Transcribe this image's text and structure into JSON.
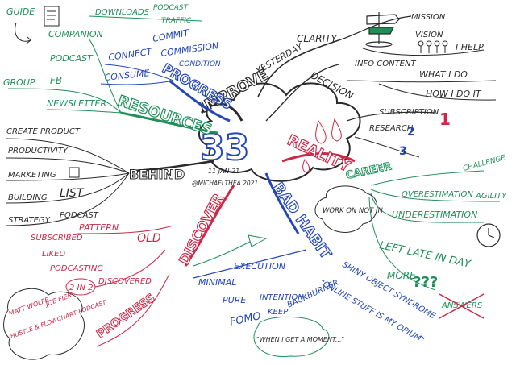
{
  "colors": {
    "green": "#1f8f5a",
    "blue": "#2346b8",
    "black": "#2a2a2a",
    "red": "#cc2847",
    "paper": "#ffffff"
  },
  "center": {
    "big_number": "33",
    "date": "11 JAN 21",
    "author": "@MICHAELTHEA 2021"
  },
  "branches": {
    "improve": {
      "title": "IMPROVE",
      "items": [
        "YESTERDAY",
        "CLARITY",
        "MISSION",
        "VISION",
        "I HELP",
        "DECISION",
        "INFO CONTENT",
        "WHAT I DO",
        "HOW I DO IT",
        "SUBSCRIPTION",
        "RESEARCH",
        "1",
        "2",
        "3"
      ]
    },
    "progress": {
      "title": "PROGRESS",
      "items": [
        "DOWNLOADS",
        "PODCAST",
        "TRAFFIC",
        "CONNECT",
        "COMMIT",
        "COMMISSION",
        "CONDITION",
        "CONSUME"
      ]
    },
    "resources": {
      "title": "RESOURCES",
      "items": [
        "GUIDE",
        "COMPANION",
        "PODCAST",
        "GROUP",
        "FB",
        "NEWSLETTER"
      ]
    },
    "behind": {
      "title": "BEHIND",
      "items": [
        "CREATE PRODUCT",
        "PRODUCTIVITY",
        "MARKETING",
        "BUILDING",
        "LIST",
        "STRATEGY",
        "PODCAST"
      ]
    },
    "reality": {
      "title": "REALITY",
      "items": [
        "CAREER",
        "CHALLENGE",
        "OVERESTIMATION",
        "AGILITY",
        "UNDERESTIMATION",
        "LEFT LATE IN DAY",
        "MORE",
        "???",
        "ANSWERS",
        "WORK ON NOT IN"
      ]
    },
    "bad_habit": {
      "title": "BAD HABIT",
      "items": [
        "EXECUTION",
        "MINIMAL",
        "PURE",
        "INTENTION",
        "FOMO",
        "KEEP",
        "SHINY OBJECT SYNDROME",
        "\"ONLINE STUFF IS MY OPIUM\"",
        "BACKBURNER",
        "\"WHEN I GET A MOMENT...\""
      ]
    },
    "discover": {
      "title": "DISCOVER",
      "items": [
        "PATTERN",
        "OLD",
        "SUBSCRIBED",
        "LIKED",
        "PODCASTING",
        "2 IN 2",
        "DISCOVERED",
        "PROGRESS",
        "MATT WOLFE",
        "JOE FIER",
        "HUSTLE & FLOWCHART PODCAST"
      ]
    }
  }
}
